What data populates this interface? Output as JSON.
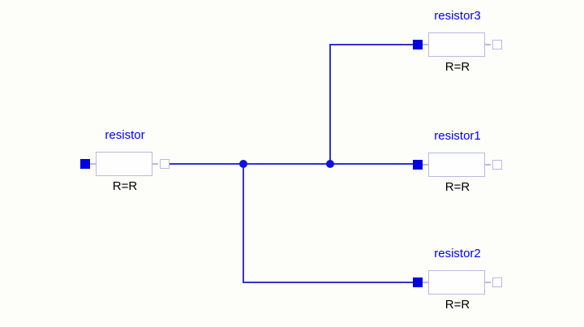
{
  "diagram": {
    "type": "circuit-schematic",
    "background": "#fdfdfa",
    "colors": {
      "wire": "#3333cc",
      "pin": "#0000e0",
      "junction": "#1111dd",
      "component_border": "#b9b9e8",
      "component_fill": "#fefefe",
      "label_text": "#0000ff",
      "param_text": "#000000"
    },
    "components": [
      {
        "id": "resistor",
        "name": "resistor",
        "param": "R=R"
      },
      {
        "id": "resistor1",
        "name": "resistor1",
        "param": "R=R"
      },
      {
        "id": "resistor2",
        "name": "resistor2",
        "param": "R=R"
      },
      {
        "id": "resistor3",
        "name": "resistor3",
        "param": "R=R"
      }
    ],
    "connections": [
      "resistor.n -> resistor1.p (horizontal wire)",
      "junction at (300,202) -> down -> resistor2.p",
      "junction at (407,202) -> up -> resistor3.p"
    ],
    "junction_count": 2
  }
}
